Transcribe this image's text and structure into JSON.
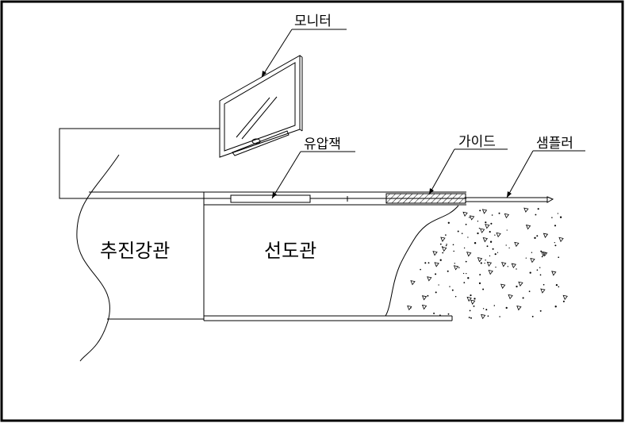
{
  "labels": {
    "monitor": "모니터",
    "hydraulic_jack": "유압잭",
    "guide": "가이드",
    "sampler": "샘플러",
    "propulsion_pipe": "추진강관",
    "lead_pipe": "선도관"
  }
}
